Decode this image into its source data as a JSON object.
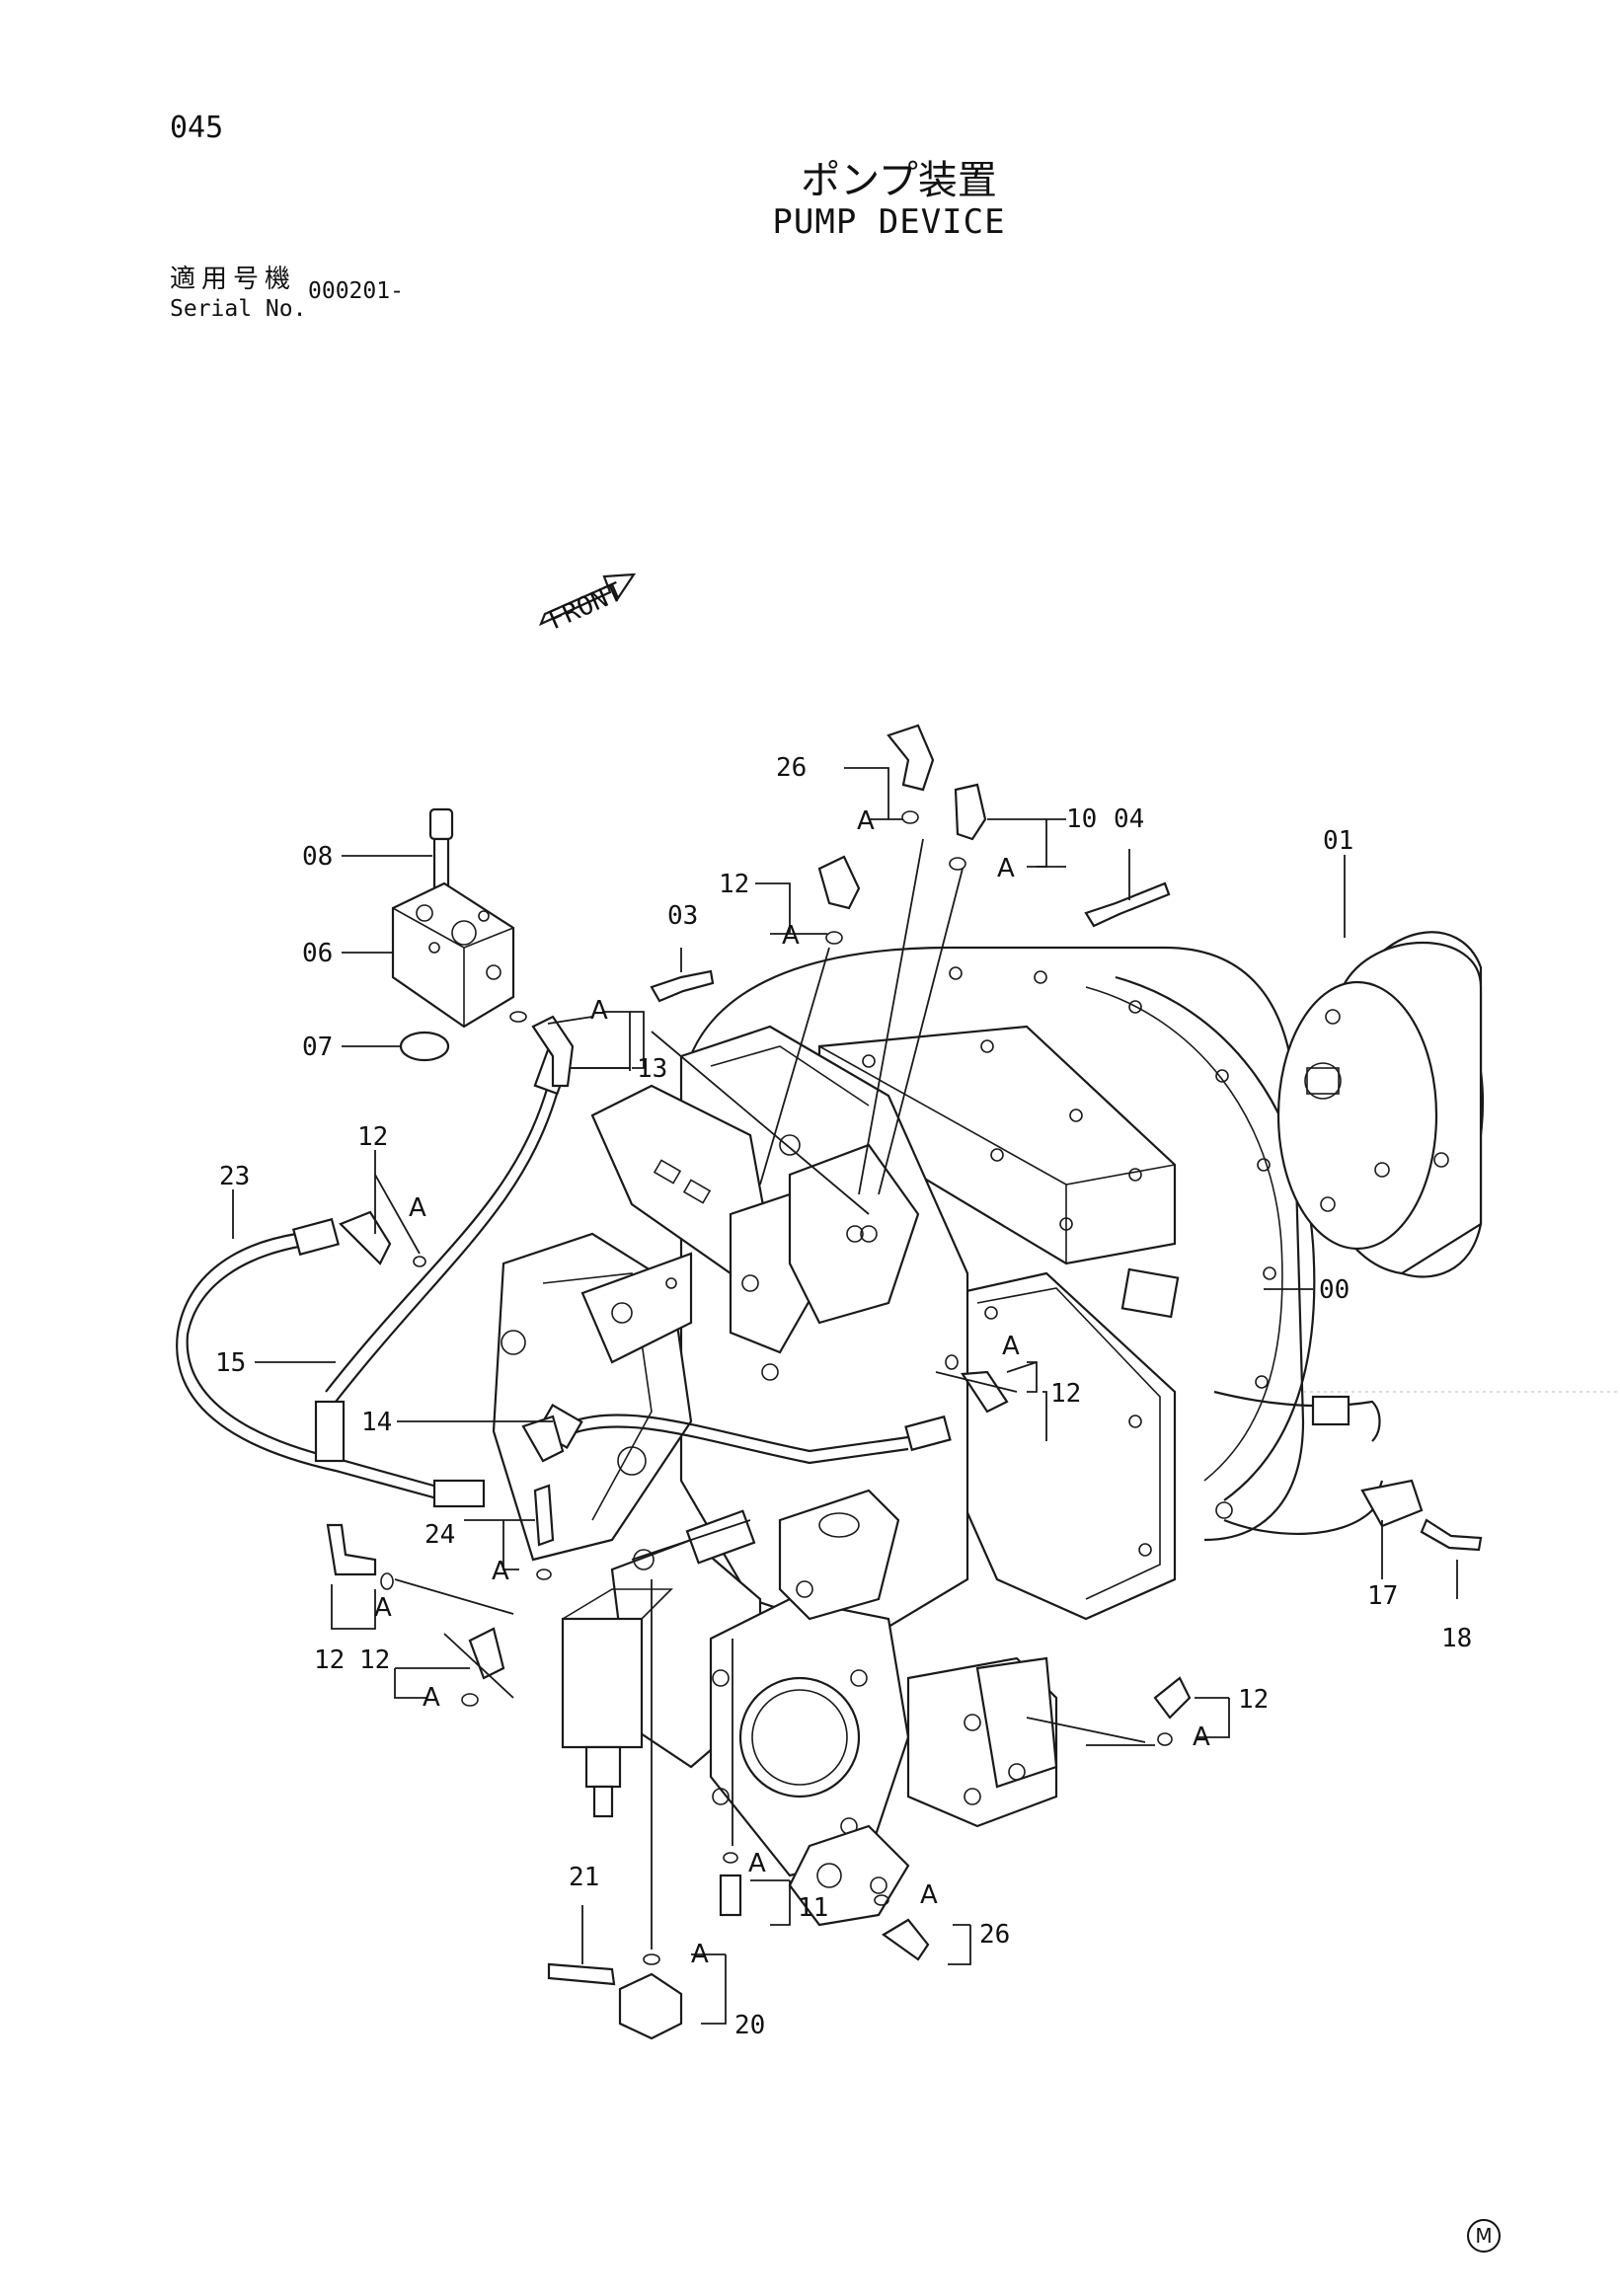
{
  "page_number": "045",
  "title_jp": "ポンプ装置",
  "title_en": "PUMP DEVICE",
  "serial": {
    "label_jp": "適用号機",
    "label_en": "Serial No.",
    "value": "000201-"
  },
  "front_label": "FRONT",
  "ref_letter": "A",
  "mark": "M",
  "parts": {
    "p00": "00",
    "p01": "01",
    "p03": "03",
    "p04": "04",
    "p06": "06",
    "p07": "07",
    "p08": "08",
    "p10": "10",
    "p11": "11",
    "p12": "12",
    "p13": "13",
    "p14": "14",
    "p15": "15",
    "p17": "17",
    "p18": "18",
    "p20": "20",
    "p21": "21",
    "p23": "23",
    "p24": "24",
    "p26": "26"
  }
}
